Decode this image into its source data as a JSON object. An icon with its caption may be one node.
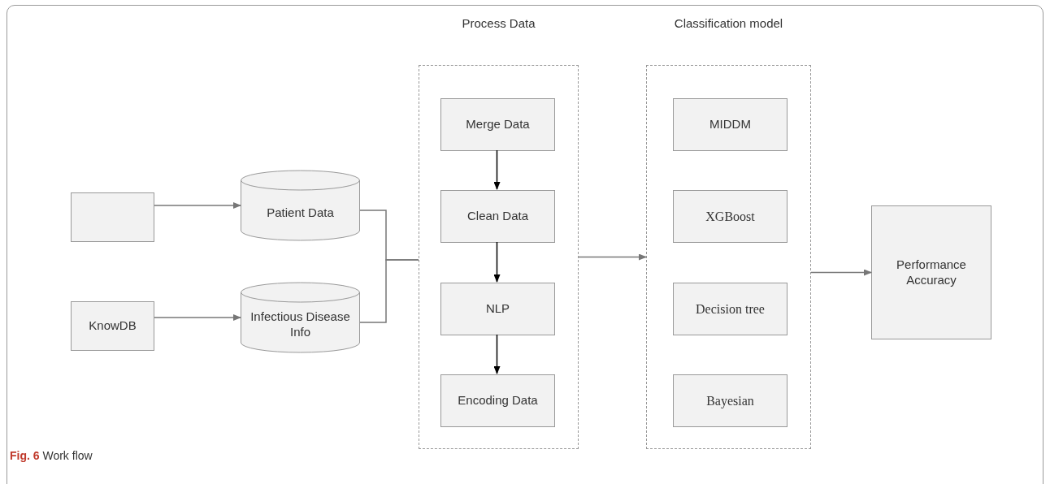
{
  "diagram": {
    "caption": "**Fig. 6** Work flow",
    "nodes": [
      {
        "text": [],
        "shape": "box"
      },
      {
        "text": [
          "KnowDB"
        ]
      },
      {
        "text": [
          "Patient Data"
        ]
      },
      {
        "text": [
          "Infectious Disease Info"
        ]
      },
      {
        "text": [
          "Process Data"
        ]
      },
      {
        "text": [
          "Merge Data"
        ],
        "in": 4
      },
      {
        "text": [
          "Clean Data"
        ],
        "in": 4
      },
      {
        "text": [
          "NLP"
        ],
        "in": 4
      },
      {
        "text": [
          "Encoding Data"
        ],
        "in": 4
      },
      {
        "text": [
          "Classification model"
        ]
      },
      {
        "text": [
          "MIDDM"
        ],
        "in": 9
      },
      {
        "text": [
          "XGBoost"
        ],
        "in": 9
      },
      {
        "text": [
          "Decision tree"
        ],
        "in": 9
      },
      {
        "text": [
          "Bayesian"
        ],
        "in": 9
      },
      {
        "text": [
          "Performance Accuracy"
        ]
      }
    ],
    "edges": [
      {
        "from": 0,
        "to": 2,
        "arrow": "to"
      },
      {
        "from": 1,
        "to": 3,
        "arrow": "to"
      },
      {
        "from": 2,
        "to": 4,
        "arrow": "none"
      },
      {
        "from": 3,
        "to": 4,
        "arrow": "none"
      },
      {
        "from": 5,
        "to": 6,
        "arrow": "to",
        "color": "#000000"
      },
      {
        "from": 6,
        "to": 7,
        "arrow": "to",
        "color": "#000000"
      },
      {
        "from": 7,
        "to": 8,
        "arrow": "to",
        "color": "#000000"
      },
      {
        "from": 4,
        "to": 9,
        "arrow": "to"
      },
      {
        "from": 9,
        "to": 14,
        "arrow": "to"
      }
    ]
  }
}
